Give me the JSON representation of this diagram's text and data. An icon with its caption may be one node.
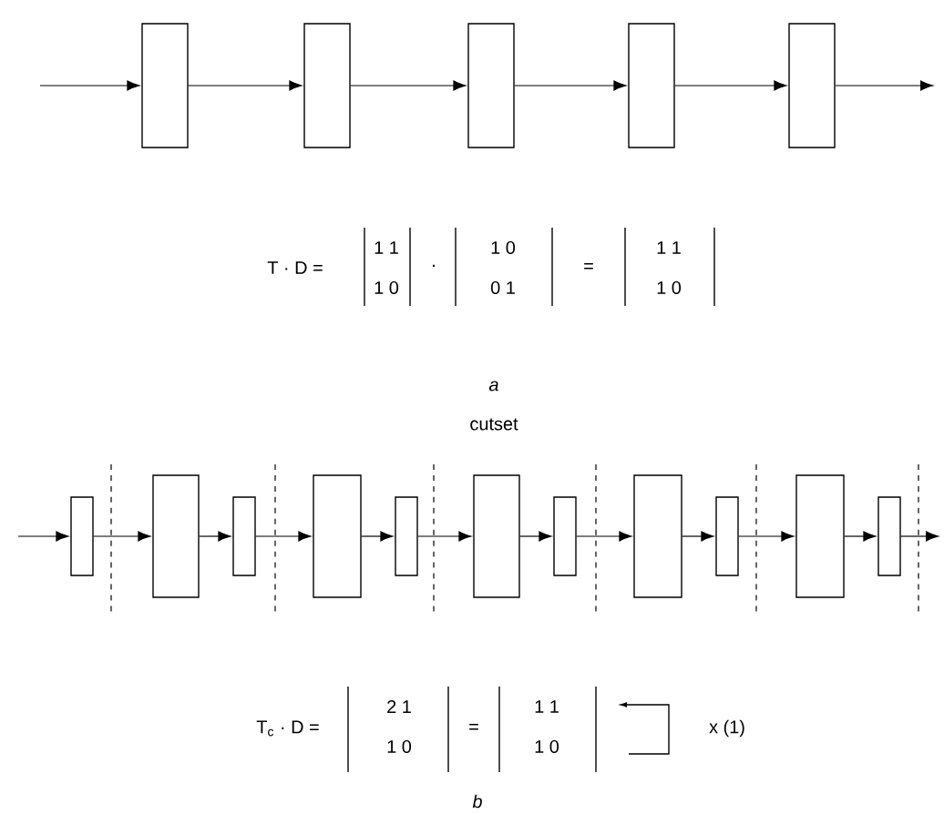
{
  "diagram": {
    "nodes": [
      {
        "text": [],
        "shape": "box"
      },
      {
        "text": [],
        "shape": "box"
      },
      {
        "text": [],
        "shape": "box"
      },
      {
        "text": [],
        "shape": "box"
      },
      {
        "text": [],
        "shape": "box"
      },
      {
        "text": [],
        "shape": "box"
      },
      {
        "text": [],
        "shape": "box"
      },
      {
        "text": [],
        "shape": "box"
      },
      {
        "text": [],
        "shape": "box"
      },
      {
        "text": [],
        "shape": "box"
      },
      {
        "text": [],
        "shape": "box"
      },
      {
        "text": [],
        "shape": "box"
      },
      {
        "text": [],
        "shape": "box"
      },
      {
        "text": [],
        "shape": "box"
      },
      {
        "text": [],
        "shape": "box"
      },
      {
        "text": [],
        "shape": "box"
      }
    ],
    "edges": [
      {
        "from": null,
        "to": 0,
        "arrow": "to"
      },
      {
        "from": 0,
        "to": 1,
        "arrow": "to"
      },
      {
        "from": 1,
        "to": 2,
        "arrow": "to"
      },
      {
        "from": 2,
        "to": 3,
        "arrow": "to"
      },
      {
        "from": 3,
        "to": 4,
        "arrow": "to"
      },
      {
        "from": 4,
        "to": null,
        "arrow": "to"
      },
      {
        "from": null,
        "to": 5,
        "arrow": "to"
      },
      {
        "from": 5,
        "to": 6,
        "arrow": "to"
      },
      {
        "from": 6,
        "to": 7,
        "arrow": "to"
      },
      {
        "from": 7,
        "to": 8,
        "arrow": "to"
      },
      {
        "from": 8,
        "to": 9,
        "arrow": "to"
      },
      {
        "from": 9,
        "to": 10,
        "arrow": "to"
      },
      {
        "from": 10,
        "to": 11,
        "arrow": "to"
      },
      {
        "from": 11,
        "to": 12,
        "arrow": "to"
      },
      {
        "from": 12,
        "to": 13,
        "arrow": "to"
      },
      {
        "from": 13,
        "to": 14,
        "arrow": "to"
      },
      {
        "from": 14,
        "to": 15,
        "arrow": "to"
      },
      {
        "from": 15,
        "to": null,
        "arrow": "to"
      }
    ],
    "labels": [
      "T · D =",
      "1 1",
      "1 0",
      "·",
      "1 0",
      "0 1",
      "=",
      "1 1",
      "1 0",
      "a",
      "cutset",
      "T$_{c}$ · D =",
      "2 1",
      "1 0",
      "=",
      "1 1",
      "1 0",
      "x (1)",
      "b"
    ]
  }
}
